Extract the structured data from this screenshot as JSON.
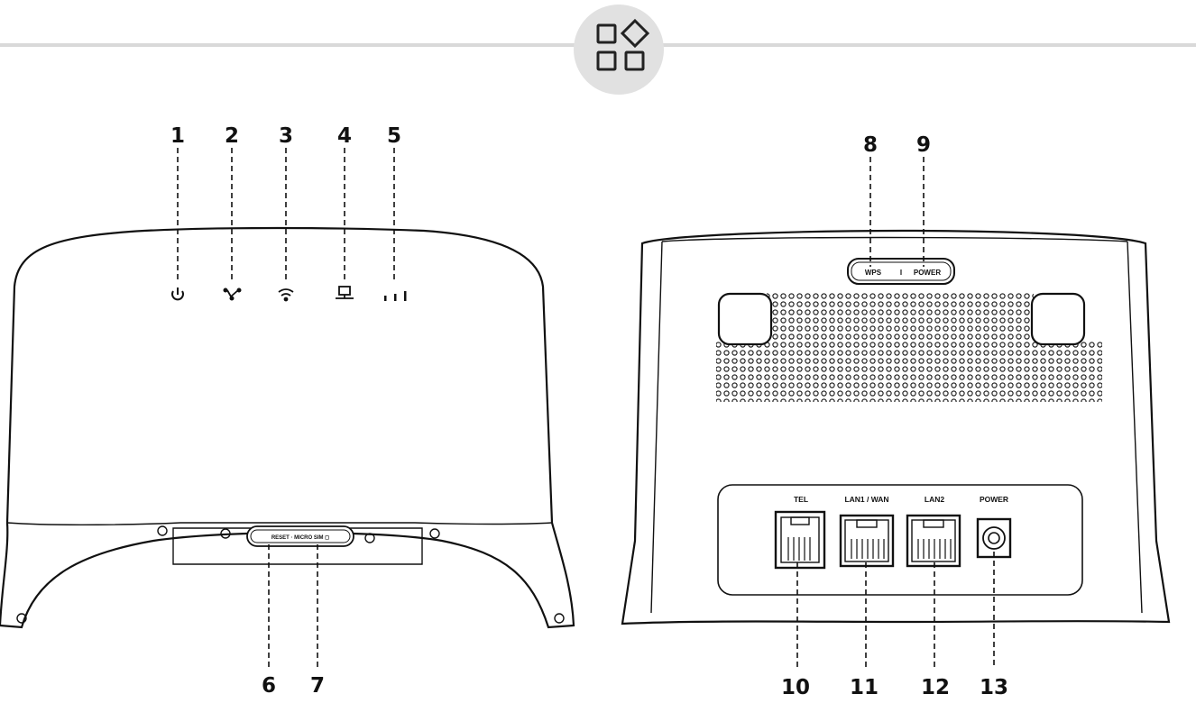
{
  "front_callouts": [
    "1",
    "2",
    "3",
    "4",
    "5",
    "6",
    "7"
  ],
  "back_callouts": [
    "8",
    "9",
    "10",
    "11",
    "12",
    "13"
  ],
  "front_icons": [
    "power-icon",
    "network-icon",
    "wifi-icon",
    "lan-icon",
    "signal-icon"
  ],
  "slot_label": "RESET · MICRO SIM ◻",
  "button_labels": {
    "wps": "WPS",
    "separator": "I",
    "power": "POWER"
  },
  "port_labels": {
    "tel": "TEL",
    "lan1": "LAN1 / WAN",
    "lan2": "LAN2",
    "power": "POWER"
  },
  "header_icon": "widgets-icon",
  "colors": {
    "stroke": "#111111",
    "divider": "#d9d9d9",
    "badge": "#e1e1e1"
  }
}
